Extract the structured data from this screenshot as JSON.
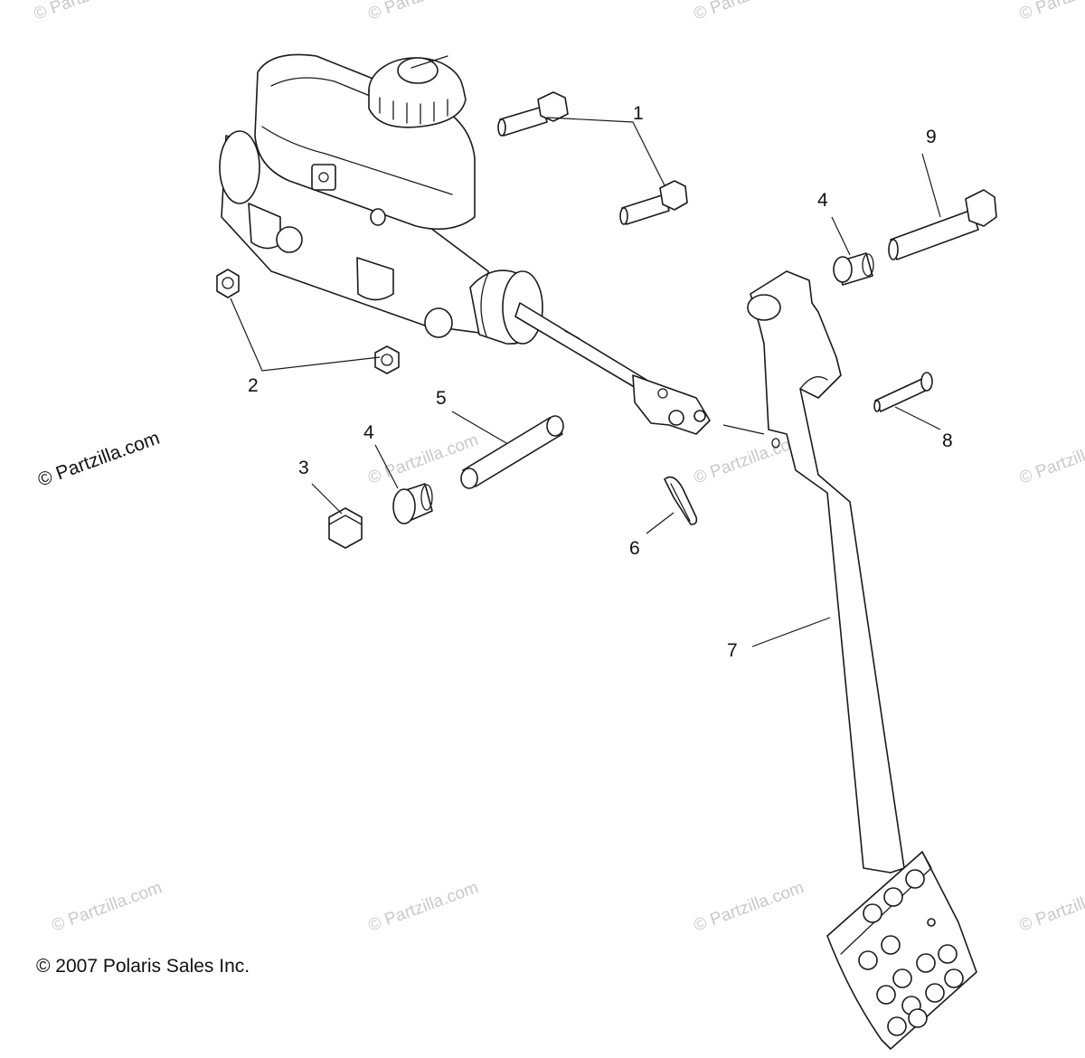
{
  "watermark": {
    "text": "© Partzilla.com",
    "color": "#c9c9c9"
  },
  "side_watermark": "© Partzilla.com",
  "copyright": "© 2007 Polaris Sales Inc.",
  "callouts": {
    "c1": "1",
    "c2": "2",
    "c3": "3",
    "c4a": "4",
    "c4b": "4",
    "c5": "5",
    "c6": "6",
    "c7": "7",
    "c8": "8",
    "c9": "9"
  },
  "colors": {
    "line": "#1a1a1a",
    "background": "#ffffff"
  }
}
